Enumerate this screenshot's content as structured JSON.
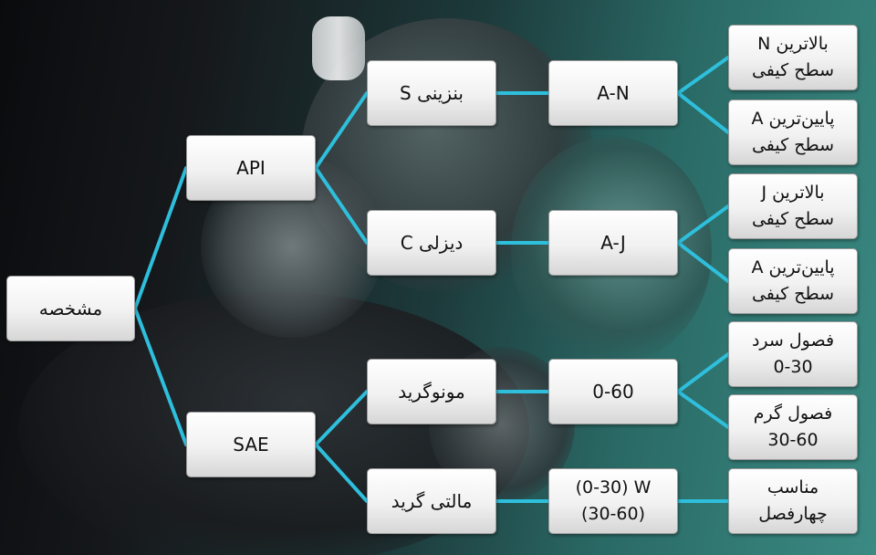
{
  "colors": {
    "connector": "#2ebfdc"
  },
  "nodes": {
    "root": "مشخصه",
    "api": "API",
    "sae": "SAE",
    "gasoline": "بنزینی S",
    "diesel": "دیزلی C",
    "mono": "مونوگرید",
    "multi": "مالتی گرید",
    "an": "A-N",
    "aj": "A-J",
    "range": "0-60",
    "w": "(0-30) W\n(30-60)",
    "n_top": "بالاترین  N\nسطح کیفی",
    "a_low1": "پایین‌ترین  A\nسطح کیفی",
    "j_top": "بالاترین  J\nسطح کیفی",
    "a_low2": "پایین‌ترین  A\nسطح کیفی",
    "cold": "فصول سرد\n0-30",
    "warm": "فصول گرم\n30-60",
    "four": "مناسب\nچهارفصل"
  }
}
